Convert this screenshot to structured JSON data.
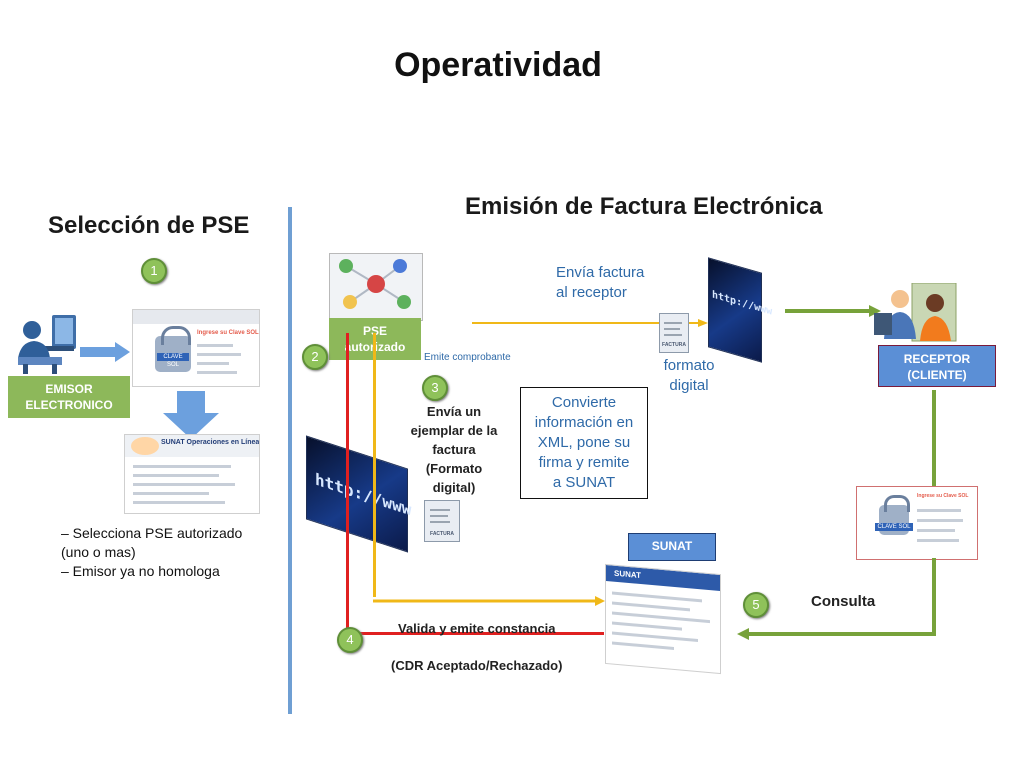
{
  "title": "Operatividad",
  "left": {
    "heading": "Selección de PSE",
    "step": "1",
    "emisor_label": "EMISOR\nELECTRONICO",
    "clave_sol_screen": "Ingrese su Clave SOL",
    "sunat_screen": "SUNAT Operaciones en Línea",
    "bullets": [
      "– Selecciona PSE  autorizado",
      "(uno o mas)",
      "– Emisor ya no homologa"
    ]
  },
  "right": {
    "heading": "Emisión de Factura Electrónica",
    "pse_label": "PSE\nautorizado",
    "emite_comprobante": "Emite comprobante",
    "envia_factura": "Envía factura\nal receptor",
    "formato_digital": "formato\ndigital",
    "receptor_label": "RECEPTOR\n(CLIENTE)",
    "step2": "2",
    "step3": "3",
    "step4": "4",
    "step5": "5",
    "envia_ejemplar": "Envía  un\nejemplar de la\nfactura\n(Formato\ndigital)",
    "convierte": "Convierte\ninformación en\nXML, pone su\nfirma y remite\na SUNAT",
    "sunat_label": "SUNAT",
    "valida": "Valida y emite constancia",
    "cdr": "(CDR Aceptado/Rechazado)",
    "consulta": "Consulta",
    "factura_icon_text": "FACTURA",
    "http_text": "http://www",
    "sunat_portal_text": "SUNAT"
  },
  "colors": {
    "green_box": "#8db85a",
    "blue_box": "#5b8fd6",
    "divider": "#6f9fd3",
    "red_line": "#e02020",
    "yellow_line": "#f0b818",
    "olive_line": "#77a23a"
  }
}
